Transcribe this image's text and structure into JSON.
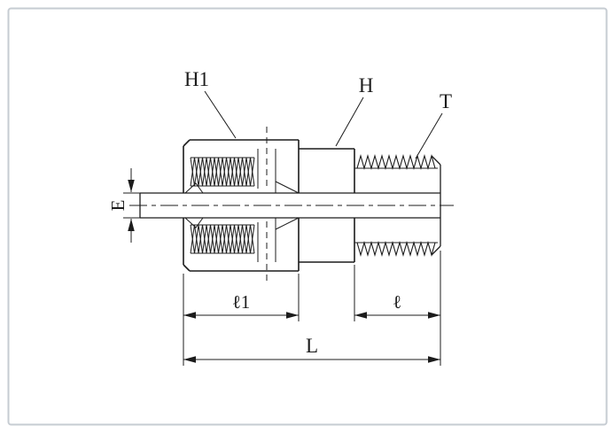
{
  "colors": {
    "line": "#1c1c1c",
    "frame": "#c6ccd2",
    "paper": "#ffffff"
  },
  "drawing": {
    "type": "technical-drawing",
    "subject": "male-connector-tube-fitting-section",
    "labels": {
      "nut_hex": "H1",
      "body_hex": "H",
      "thread": "T",
      "tube_od": "E",
      "nut_length": "ℓ1",
      "thread_length": "ℓ",
      "overall_length": "L"
    }
  }
}
